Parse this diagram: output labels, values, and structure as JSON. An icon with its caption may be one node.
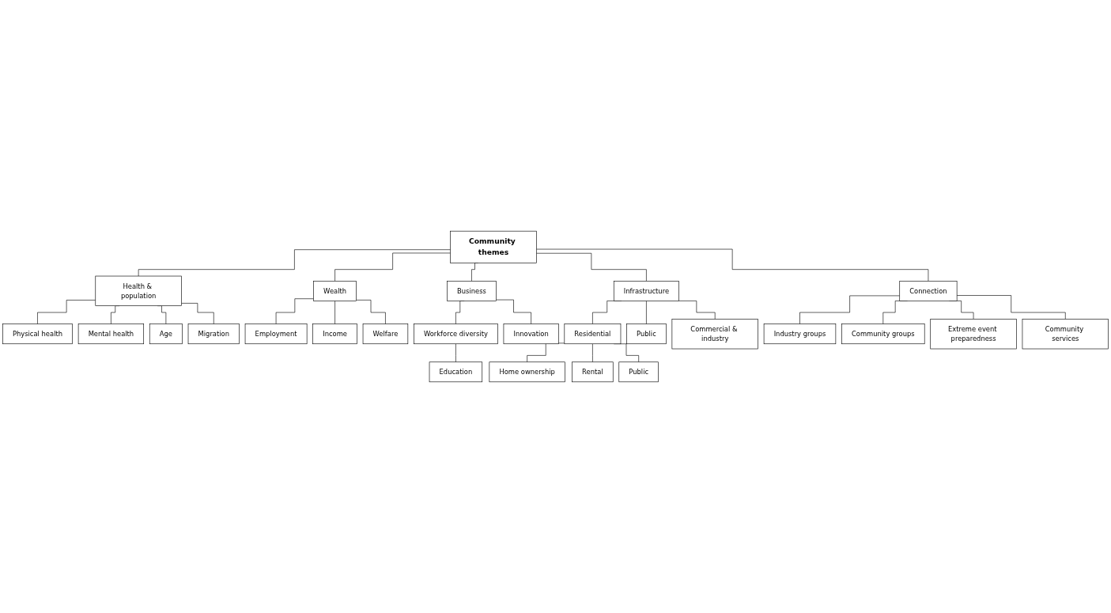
{
  "diagram": {
    "nodes": [
      {
        "text": [
          "Community themes"
        ]
      },
      {
        "text": [
          "Health & population"
        ]
      },
      {
        "text": [
          "Wealth"
        ]
      },
      {
        "text": [
          "Business"
        ]
      },
      {
        "text": [
          "Infrastructure"
        ]
      },
      {
        "text": [
          "Connection"
        ]
      },
      {
        "text": [
          "Physical health"
        ]
      },
      {
        "text": [
          "Mental health"
        ]
      },
      {
        "text": [
          "Age"
        ]
      },
      {
        "text": [
          "Migration"
        ]
      },
      {
        "text": [
          "Workforce diversity"
        ]
      },
      {
        "text": [
          "Innovation"
        ]
      },
      {
        "text": [
          "Education"
        ]
      },
      {
        "text": [
          "Industry groups"
        ]
      },
      {
        "text": [
          "Community groups"
        ]
      },
      {
        "text": [
          "Extreme event preparedness"
        ]
      },
      {
        "text": [
          "Community services"
        ]
      },
      {
        "text": [
          "Residential"
        ]
      },
      {
        "text": [
          "Employment"
        ]
      },
      {
        "text": [
          "Income"
        ]
      },
      {
        "text": [
          "Welfare"
        ]
      },
      {
        "text": [
          "Public"
        ]
      },
      {
        "text": [
          "Home ownership"
        ]
      },
      {
        "text": [
          "Commercial & industry"
        ]
      },
      {
        "text": [
          "Rental"
        ]
      },
      {
        "text": [
          "Public"
        ]
      }
    ],
    "edges": [
      {
        "from": 0,
        "to": 1,
        "arrow": "none"
      },
      {
        "from": 0,
        "to": 2,
        "arrow": "none"
      },
      {
        "from": 0,
        "to": 3,
        "arrow": "none"
      },
      {
        "from": 0,
        "to": 4,
        "arrow": "none"
      },
      {
        "from": 0,
        "to": 5,
        "arrow": "none"
      },
      {
        "from": 1,
        "to": 6,
        "arrow": "none"
      },
      {
        "from": 1,
        "to": 7,
        "arrow": "none"
      },
      {
        "from": 1,
        "to": 8,
        "arrow": "none"
      },
      {
        "from": 1,
        "to": 9,
        "arrow": "none"
      },
      {
        "from": 2,
        "to": 18,
        "arrow": "none"
      },
      {
        "from": 2,
        "to": 19,
        "arrow": "none"
      },
      {
        "from": 2,
        "to": 20,
        "arrow": "none"
      },
      {
        "from": 3,
        "to": 10,
        "arrow": "none"
      },
      {
        "from": 3,
        "to": 11,
        "arrow": "none"
      },
      {
        "from": 10,
        "to": 12,
        "arrow": "none"
      },
      {
        "from": 4,
        "to": 17,
        "arrow": "none"
      },
      {
        "from": 4,
        "to": 21,
        "arrow": "none"
      },
      {
        "from": 4,
        "to": 23,
        "arrow": "none"
      },
      {
        "from": 17,
        "to": 22,
        "arrow": "none"
      },
      {
        "from": 17,
        "to": 24,
        "arrow": "none"
      },
      {
        "from": 17,
        "to": 25,
        "arrow": "none"
      },
      {
        "from": 5,
        "to": 13,
        "arrow": "none"
      },
      {
        "from": 5,
        "to": 14,
        "arrow": "none"
      },
      {
        "from": 5,
        "to": 15,
        "arrow": "none"
      },
      {
        "from": 5,
        "to": 16,
        "arrow": "none"
      }
    ]
  }
}
